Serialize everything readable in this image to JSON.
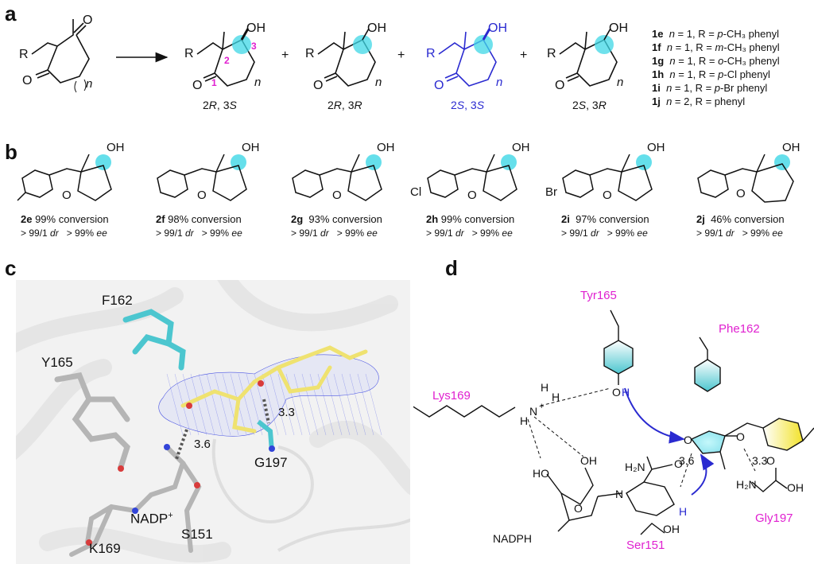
{
  "panels": {
    "a": "a",
    "b": "b",
    "c": "c",
    "d": "d"
  },
  "panel_a": {
    "atom_labels": {
      "R": "R",
      "O": "O",
      "OH": "OH",
      "n": "n",
      "c1": "1",
      "c2": "2",
      "c3": "3"
    },
    "products": [
      {
        "c2": "2",
        "c2cfg": "R",
        "c3": "3",
        "c3cfg": "S",
        "color": "#111111"
      },
      {
        "c2": "2",
        "c2cfg": "R",
        "c3": "3",
        "c3cfg": "R",
        "color": "#111111"
      },
      {
        "c2": "2",
        "c2cfg": "S",
        "c3": "3",
        "c3cfg": "S",
        "color": "#2a2ad0"
      },
      {
        "c2": "2",
        "c2cfg": "S",
        "c3": "3",
        "c3cfg": "R",
        "color": "#111111"
      }
    ],
    "sep": ", ",
    "plus": "+",
    "legend": [
      {
        "id": "1e",
        "n_text": "n",
        "eq": " = 1, R = ",
        "r_prefix": "p",
        "r_rest": "-CH₃ phenyl"
      },
      {
        "id": "1f",
        "n_text": "n",
        "eq": " = 1, R = ",
        "r_prefix": "m",
        "r_rest": "-CH₃ phenyl"
      },
      {
        "id": "1g",
        "n_text": "n",
        "eq": " = 1, R = ",
        "r_prefix": "o",
        "r_rest": "-CH₃ phenyl"
      },
      {
        "id": "1h",
        "n_text": "n",
        "eq": " = 1, R = ",
        "r_prefix": "p",
        "r_rest": "-Cl phenyl"
      },
      {
        "id": "1i",
        "n_text": "n",
        "eq": " = 1, R = ",
        "r_prefix": "p",
        "r_rest": "-Br phenyl"
      },
      {
        "id": "1j",
        "n_text": "n",
        "eq": " = 2, R = ",
        "r_prefix": "",
        "r_rest": "phenyl"
      }
    ]
  },
  "panel_b": {
    "compounds": [
      {
        "id": "2e",
        "conv": " 99% conversion",
        "dr": "> 99/1 ",
        "dr_unit": "dr",
        "ee": "   > 99% ",
        "ee_unit": "ee",
        "sub": ""
      },
      {
        "id": "2f",
        "conv": " 98% conversion",
        "dr": "> 99/1 ",
        "dr_unit": "dr",
        "ee": "   > 99% ",
        "ee_unit": "ee",
        "sub": ""
      },
      {
        "id": "2g",
        "conv": "  93% conversion",
        "dr": "> 99/1 ",
        "dr_unit": "dr",
        "ee": "   > 99% ",
        "ee_unit": "ee",
        "sub": ""
      },
      {
        "id": "2h",
        "conv": " 99% conversion",
        "dr": "> 99/1 ",
        "dr_unit": "dr",
        "ee": "   > 99% ",
        "ee_unit": "ee",
        "sub": "Cl"
      },
      {
        "id": "2i",
        "conv": "  97% conversion",
        "dr": "> 99/1 ",
        "dr_unit": "dr",
        "ee": "   > 99% ",
        "ee_unit": "ee",
        "sub": "Br"
      },
      {
        "id": "2j",
        "conv": "  46% conversion",
        "dr": "> 99/1 ",
        "dr_unit": "dr",
        "ee": "   > 99% ",
        "ee_unit": "ee",
        "sub": ""
      }
    ],
    "oh": "OH",
    "o": "O"
  },
  "panel_c": {
    "labels": {
      "f162": "F162",
      "y165": "Y165",
      "g197": "G197",
      "nadp": "NADP",
      "nadp_sup": "+",
      "k169": "K169",
      "s151": "S151",
      "d1": "3.6",
      "d2": "3.3"
    }
  },
  "panel_d": {
    "residues": {
      "tyr": "Tyr165",
      "phe": "Phe162",
      "lys": "Lys169",
      "gly": "Gly197",
      "ser": "Ser151"
    },
    "atoms": {
      "H": "H",
      "N": "N",
      "nplus": "+",
      "O": "O",
      "OH": "OH",
      "HO": "HO",
      "H2N": "H₂N",
      "H2Nlow": "H₂N",
      "nadph": "NADPH",
      "Hblue": "H"
    },
    "dist": {
      "d1": "3.6",
      "d2": "3.3"
    }
  },
  "colors": {
    "blue": "#2a2ad0",
    "magenta": "#e020d0",
    "cyan": "#3fd7e6",
    "yellow": "#f5e86a"
  }
}
